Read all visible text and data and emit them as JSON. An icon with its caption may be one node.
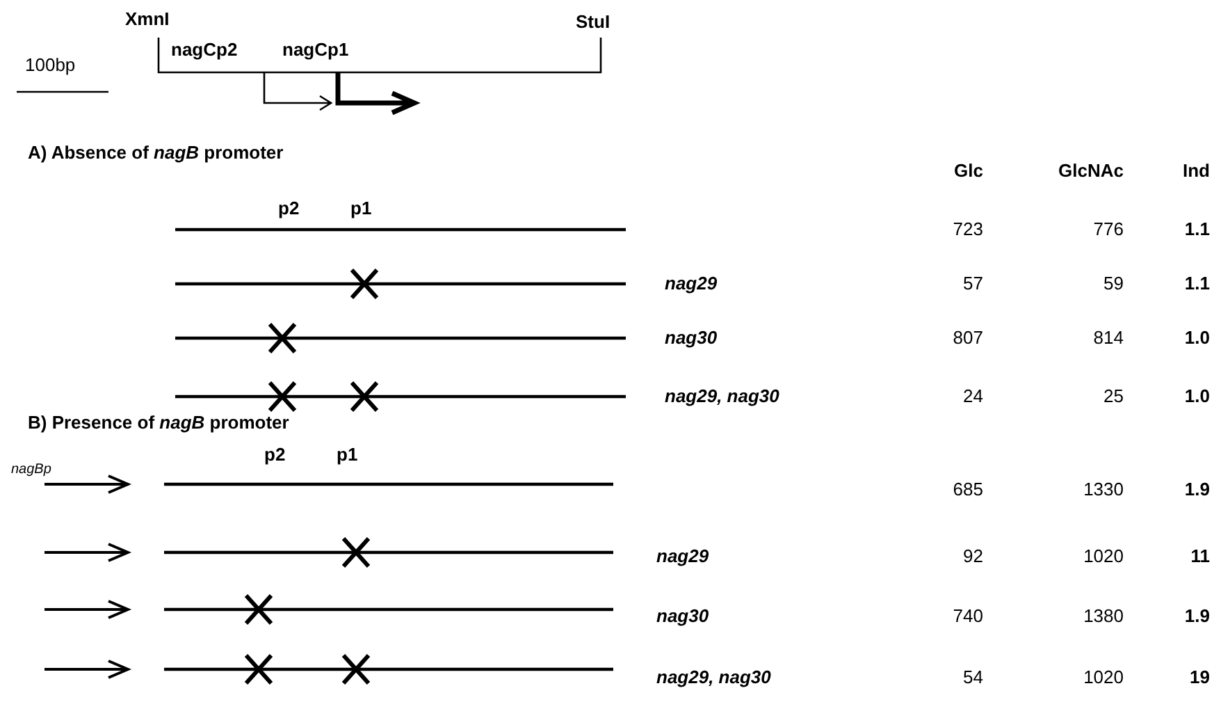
{
  "diagram": {
    "labels": [
      "XmnI",
      "StuI",
      "100bp",
      "nagCp2",
      "nagCp1",
      "A) Absence of *nagB* promoter",
      "Glc",
      "GlcNAc",
      "Ind",
      "p2",
      "p1",
      "723",
      "776",
      "1.1",
      "nag29",
      "57",
      "59",
      "1.1",
      "nag30",
      "807",
      "814",
      "1.0",
      "nag29, nag30",
      "24",
      "25",
      "1.0",
      "B)  Presence of *nagB* promoter",
      "nagBp",
      "p2",
      "p1",
      "685",
      "1330",
      "1.9",
      "nag29",
      "92",
      "1020",
      "11",
      "nag30",
      "740",
      "1380",
      "1.9",
      "nag29, nag30",
      "54",
      "1020",
      "19"
    ]
  }
}
